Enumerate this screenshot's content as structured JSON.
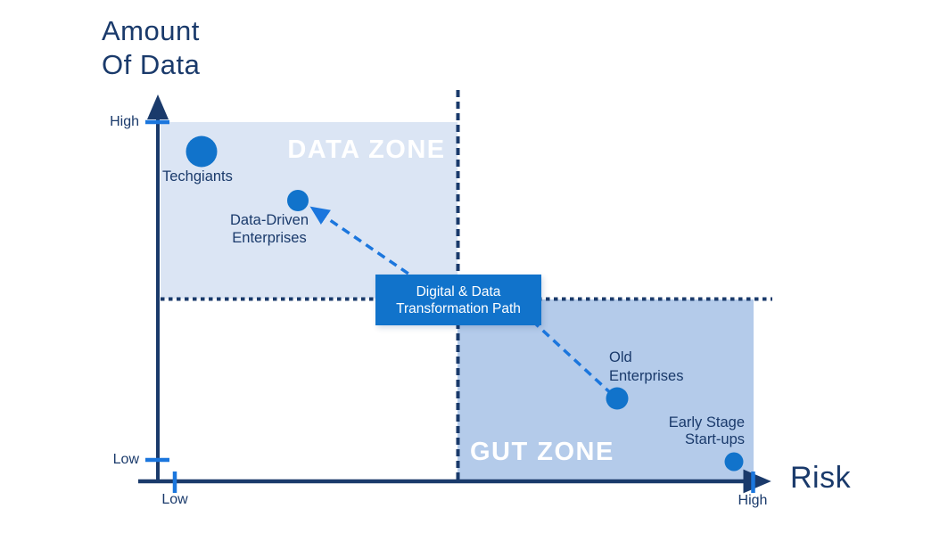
{
  "colors": {
    "navy": "#1a3a6b",
    "bright_blue": "#1b76dd",
    "dot_and_box_blue": "#1173cb",
    "data_zone_fill": "#dbe5f4",
    "gut_zone_fill": "#b4cbea",
    "zone_label_text": "#ffffff"
  },
  "diagram": {
    "y_axis": {
      "title": "Amount\nOf Data",
      "high_label": "High",
      "low_label": "Low"
    },
    "x_axis": {
      "title": "Risk",
      "low_label": "Low",
      "high_label": "High"
    },
    "zones": {
      "data": "DATA ZONE",
      "gut": "GUT ZONE"
    },
    "points": {
      "techgiants": "Techgiants",
      "data_driven": "Data-Driven\nEnterprises",
      "old_enterprises": "Old\nEnterprises",
      "early_stage": "Early Stage\nStart-ups"
    },
    "path_box_label": "Digital & Data\nTransformation Path"
  }
}
